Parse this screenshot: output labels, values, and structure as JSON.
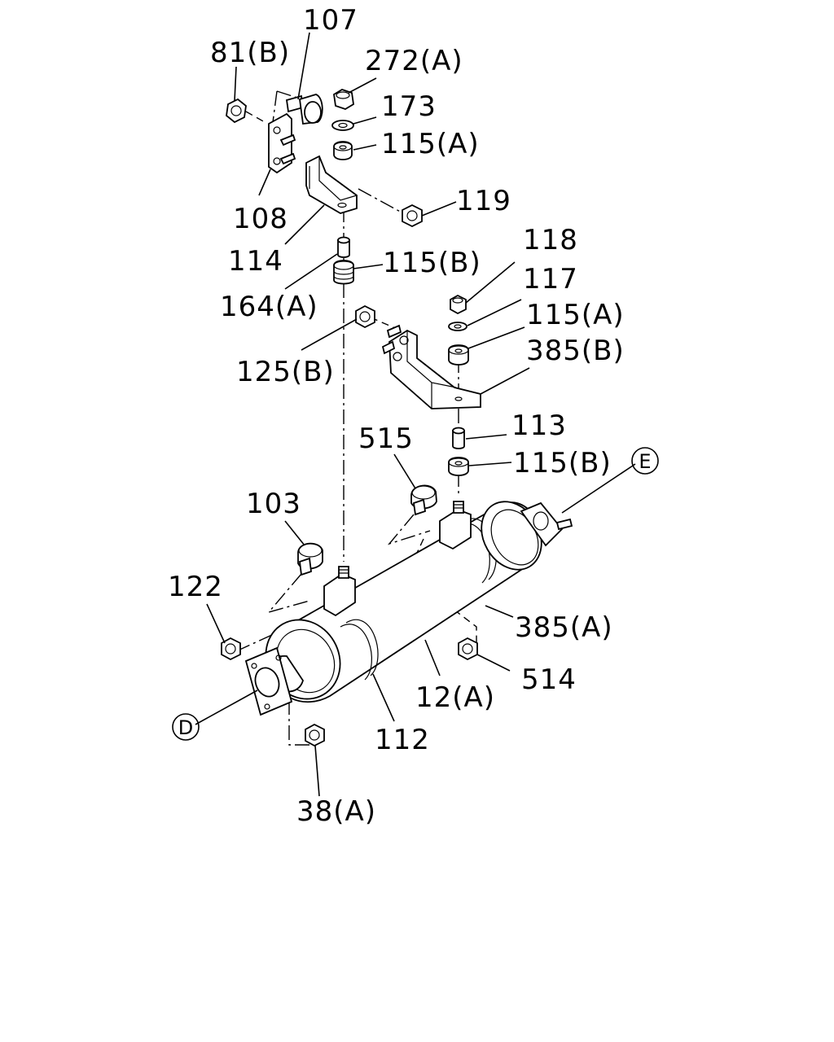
{
  "labels": {
    "l107": "107",
    "l81b": "81(B)",
    "l272a": "272(A)",
    "l173": "173",
    "l115a_top": "115(A)",
    "l108": "108",
    "l119": "119",
    "l114": "114",
    "l115b_top": "115(B)",
    "l164a": "164(A)",
    "l118": "118",
    "l117": "117",
    "l115a_mid": "115(A)",
    "l385b": "385(B)",
    "l125b": "125(B)",
    "l113": "113",
    "l515": "515",
    "l115b_mid": "115(B)",
    "l103": "103",
    "l122": "122",
    "l385a": "385(A)",
    "l514": "514",
    "l12a": "12(A)",
    "l112": "112",
    "l38a": "38(A)"
  },
  "callouts": {
    "e": "E",
    "d": "D"
  }
}
